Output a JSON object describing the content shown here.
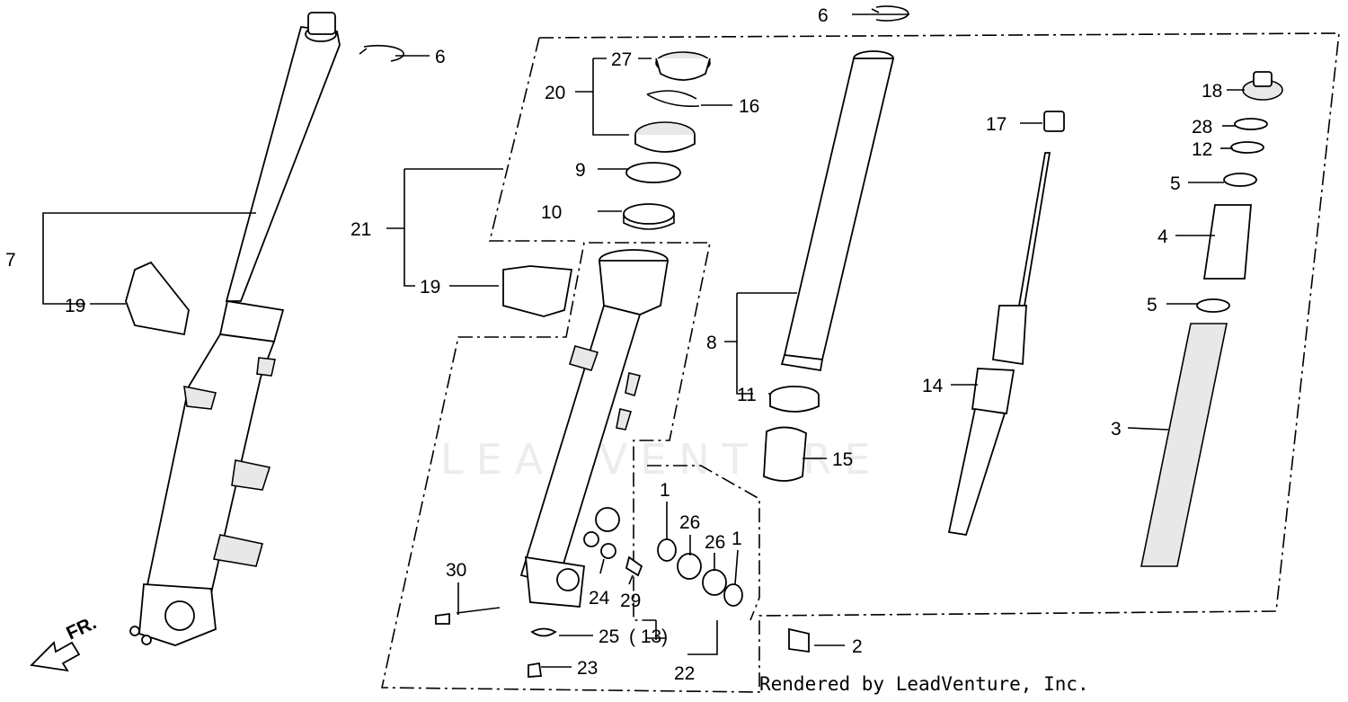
{
  "watermark": "LEADVENTURE",
  "credit": "Rendered by LeadVenture, Inc.",
  "direction_label": "FR.",
  "callouts": {
    "c1a": "1",
    "c1b": "1",
    "c2": "2",
    "c3": "3",
    "c4": "4",
    "c5a": "5",
    "c5b": "5",
    "c6a": "6",
    "c6b": "6",
    "c7": "7",
    "c8": "8",
    "c9": "9",
    "c10": "10",
    "c11": "11",
    "c12": "12",
    "c13": "( 13)",
    "c14": "14",
    "c15": "15",
    "c16": "16",
    "c17": "17",
    "c18": "18",
    "c19a": "19",
    "c19b": "19",
    "c20": "20",
    "c21": "21",
    "c22": "22",
    "c23": "23",
    "c24": "24",
    "c25": "25",
    "c26a": "26",
    "c26b": "26",
    "c27": "27",
    "c28": "28",
    "c29": "29",
    "c30": "30"
  }
}
